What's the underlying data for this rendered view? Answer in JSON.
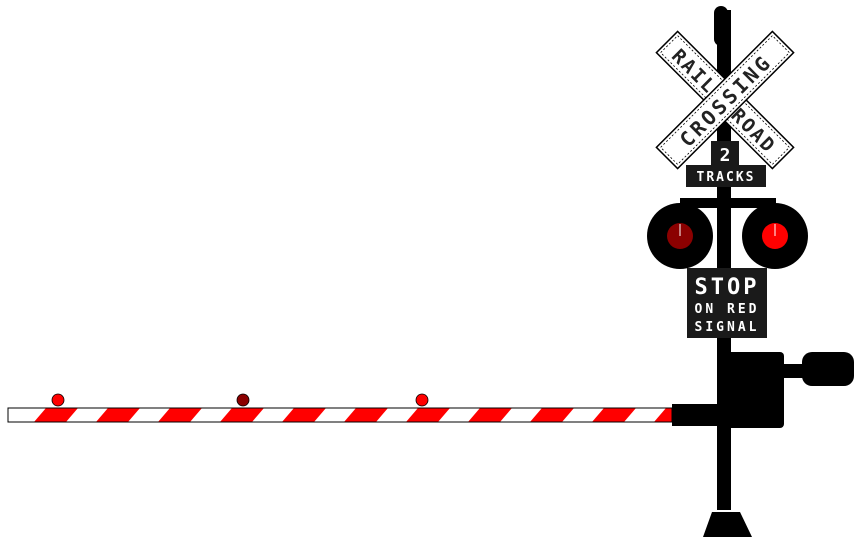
{
  "crossbuck": {
    "word_top": "RAIL",
    "word_right": "ROAD",
    "word_left": "CROSSING"
  },
  "tracks_sign": {
    "number": "2",
    "label": "TRACKS"
  },
  "stop_sign": {
    "line1": "STOP",
    "line2": "ON RED",
    "line3": "SIGNAL"
  },
  "signal_lights": {
    "left_state": "dim",
    "right_state": "lit",
    "dim_color": "#8b0000",
    "lit_color": "#ff0000"
  },
  "gate_arm": {
    "stripe_color": "#ff0000",
    "base_color": "#ffffff",
    "lamp_states": [
      "lit",
      "dim",
      "lit"
    ]
  }
}
